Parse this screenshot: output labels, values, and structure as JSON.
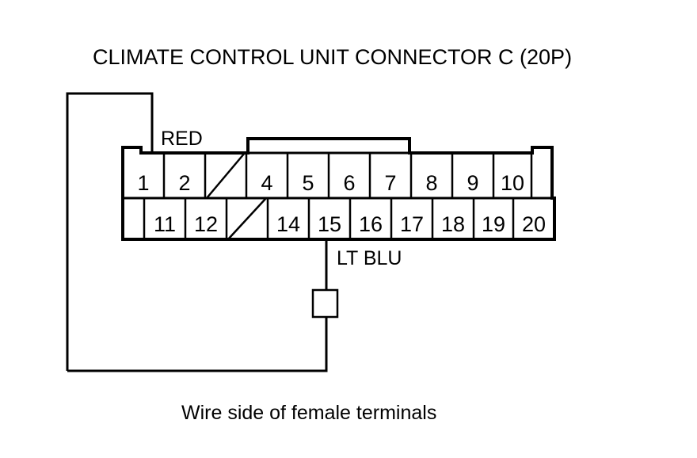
{
  "document": {
    "title": "CLIMATE CONTROL UNIT CONNECTOR C (20P)",
    "caption": "Wire side of female terminals",
    "background_color": "#ffffff",
    "line_color": "#000000"
  },
  "connector": {
    "name": "CLIMATE CONTROL UNIT CONNECTOR C",
    "pin_count_label": "(20P)",
    "total_positions": 20,
    "rows": [
      {
        "row_index": 0,
        "name": "top-row",
        "cells": [
          {
            "position": 1,
            "label": "1",
            "blank": false
          },
          {
            "position": 2,
            "label": "2",
            "blank": false
          },
          {
            "position": 3,
            "label": "",
            "blank": true
          },
          {
            "position": 4,
            "label": "4",
            "blank": false
          },
          {
            "position": 5,
            "label": "5",
            "blank": false
          },
          {
            "position": 6,
            "label": "6",
            "blank": false
          },
          {
            "position": 7,
            "label": "7",
            "blank": false
          },
          {
            "position": 8,
            "label": "8",
            "blank": false
          },
          {
            "position": 9,
            "label": "9",
            "blank": false
          },
          {
            "position": 10,
            "label": "10",
            "blank": false
          }
        ]
      },
      {
        "row_index": 1,
        "name": "bottom-row",
        "cells": [
          {
            "position": 11,
            "label": "11",
            "blank": false
          },
          {
            "position": 12,
            "label": "12",
            "blank": false
          },
          {
            "position": 13,
            "label": "",
            "blank": true
          },
          {
            "position": 14,
            "label": "14",
            "blank": false
          },
          {
            "position": 15,
            "label": "15",
            "blank": false
          },
          {
            "position": 16,
            "label": "16",
            "blank": false
          },
          {
            "position": 17,
            "label": "17",
            "blank": false
          },
          {
            "position": 18,
            "label": "18",
            "blank": false
          },
          {
            "position": 19,
            "label": "19",
            "blank": false
          },
          {
            "position": 20,
            "label": "20",
            "blank": false
          }
        ]
      }
    ]
  },
  "wire_labels": [
    {
      "id": "red-wire",
      "text": "RED",
      "color_name": "RED",
      "attaches_to_row": "top-row"
    },
    {
      "id": "lt-blu-wire",
      "text": "LT BLU",
      "color_name": "LT BLU",
      "attaches_to_row": "bottom-row"
    }
  ],
  "terminal_box": {
    "id": "terminal-square",
    "label": ""
  }
}
